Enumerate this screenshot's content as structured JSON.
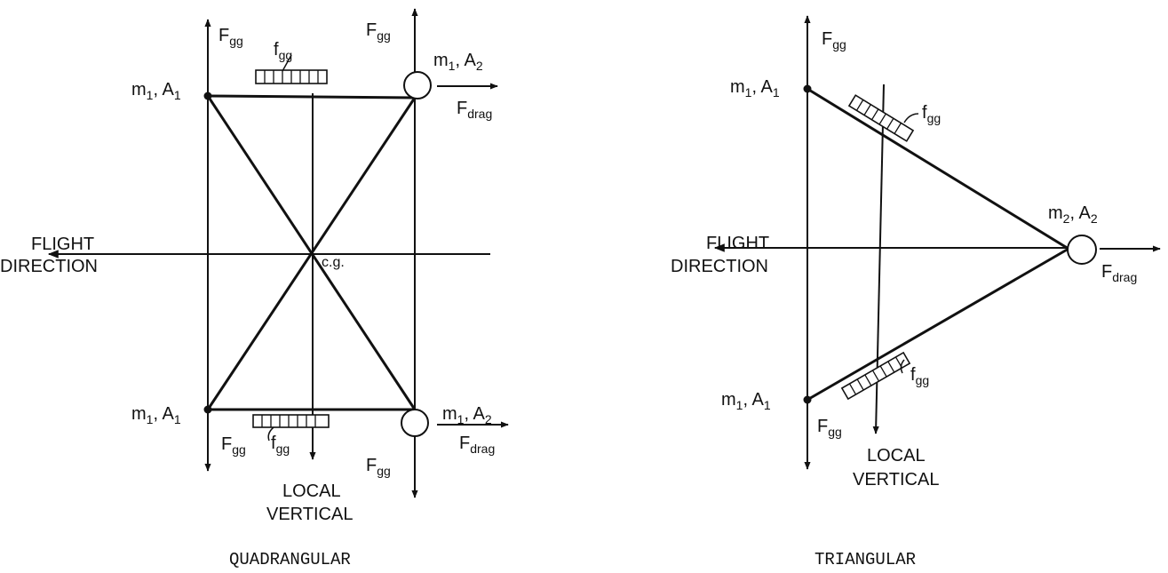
{
  "quadrangular": {
    "caption": "QUADRANGULAR",
    "flight_direction": [
      "FLIGHT",
      "DIRECTION"
    ],
    "local_vertical": [
      "LOCAL",
      "VERTICAL"
    ],
    "cg": "c.g.",
    "F": "F",
    "f": "f",
    "gg": "gg",
    "drag": "drag",
    "m": "m",
    "A": "A",
    "one": "1",
    "two": "2",
    "comma": ", "
  },
  "triangular": {
    "caption": "TRIANGULAR",
    "flight_direction": [
      "FLIGHT",
      "DIRECTION"
    ],
    "local_vertical": [
      "LOCAL",
      "VERTICAL"
    ],
    "F": "F",
    "f": "f",
    "gg": "gg",
    "drag": "drag",
    "m": "m",
    "A": "A",
    "one": "1",
    "two": "2",
    "comma": ", "
  }
}
